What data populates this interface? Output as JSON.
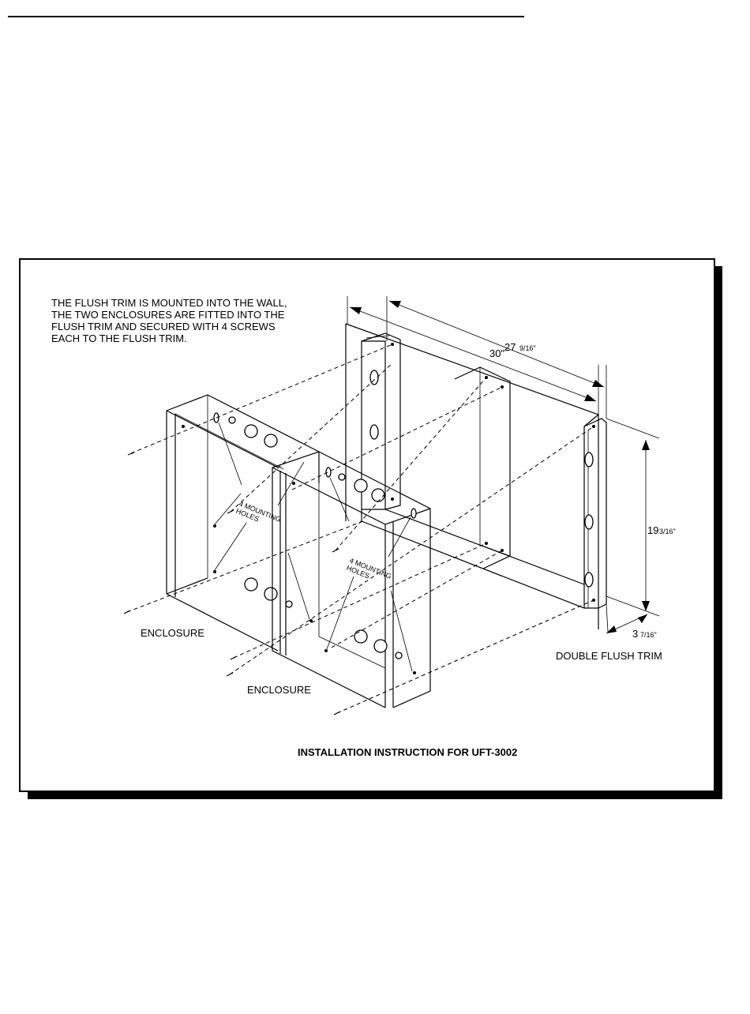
{
  "diagram": {
    "note": "THE FLUSH TRIM IS MOUNTED INTO THE WALL,\nTHE TWO ENCLOSURES ARE FITTED INTO THE\nFLUSH TRIM AND SECURED WITH 4 SCREWS\nEACH TO THE FLUSH TRIM.",
    "dim_width_outer": "30\"",
    "dim_width_inner_whole": "27",
    "dim_width_inner_frac": "9/16\"",
    "dim_height_whole": "19",
    "dim_height_frac": "3/16\"",
    "dim_depth_whole": "3",
    "dim_depth_frac": "7/16\"",
    "mounting_holes_label_line1": "4 MOUNTING",
    "mounting_holes_label_line2": "HOLES",
    "enclosure_label_left": "ENCLOSURE",
    "enclosure_label_front": "ENCLOSURE",
    "trim_label": "DOUBLE FLUSH TRIM",
    "caption": "INSTALLATION INSTRUCTION FOR UFT-3002"
  }
}
